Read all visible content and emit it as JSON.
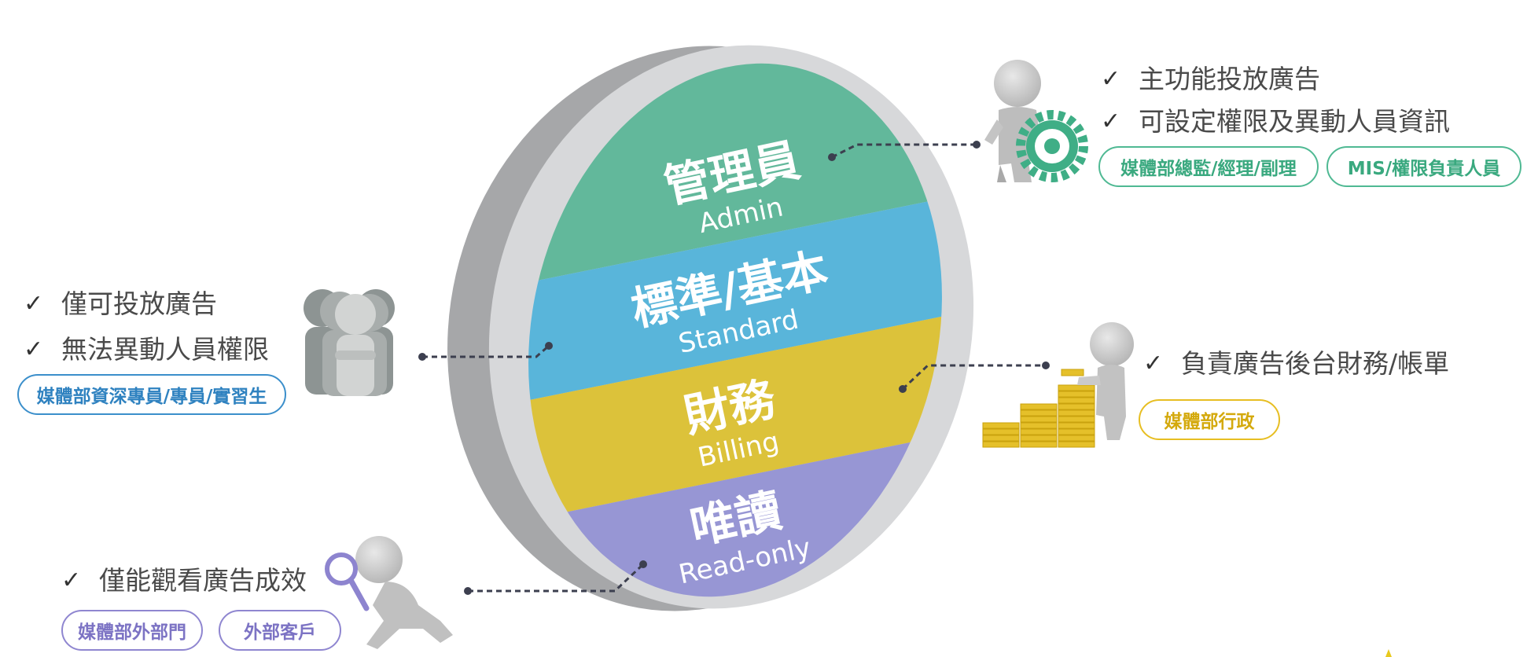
{
  "colors": {
    "admin": "#62b89b",
    "standard": "#59b5da",
    "billing": "#dcc23a",
    "readonly": "#9796d4",
    "ring_outer": "#a9aaac",
    "ring_inner": "#d6d7d9"
  },
  "tiers": [
    {
      "cn": "管理員",
      "en": "Admin"
    },
    {
      "cn": "標準/基本",
      "en": "Standard"
    },
    {
      "cn": "財務",
      "en": "Billing"
    },
    {
      "cn": "唯讀",
      "en": "Read-only"
    }
  ],
  "admin": {
    "lines": [
      "主功能投放廣告",
      "可設定權限及異動人員資訊"
    ],
    "tags": [
      "媒體部總監/經理/副理",
      "MIS/權限負責人員"
    ],
    "icon": "person-with-gear-icon"
  },
  "standard": {
    "lines": [
      "僅可投放廣告",
      "無法異動人員權限"
    ],
    "tags": [
      "媒體部資深專員/專員/實習生"
    ],
    "icon": "group-of-people-icon"
  },
  "billing": {
    "lines": [
      "負責廣告後台財務/帳單"
    ],
    "tags": [
      "媒體部行政"
    ],
    "icon": "person-stacking-coins-icon"
  },
  "readonly": {
    "lines": [
      "僅能觀看廣告成效"
    ],
    "tags": [
      "媒體部外部門",
      "外部客戶"
    ],
    "icon": "person-with-magnifier-icon"
  },
  "check_symbol": "✓"
}
